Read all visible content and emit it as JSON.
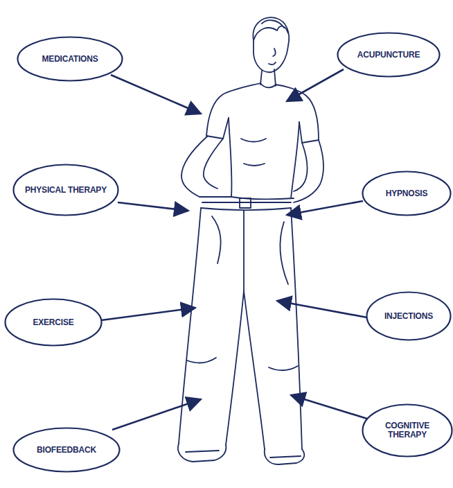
{
  "diagram": {
    "nodes": [
      {
        "text": [
          "MEDICATIONS"
        ]
      },
      {
        "text": [
          "ACUPUNCTURE"
        ]
      },
      {
        "text": [
          "PHYSICAL THERAPY"
        ]
      },
      {
        "text": [
          "HYPNOSIS"
        ]
      },
      {
        "text": [
          "EXERCISE"
        ]
      },
      {
        "text": [
          "INJECTIONS"
        ]
      },
      {
        "text": [
          "BIOFEEDBACK"
        ]
      },
      {
        "text": [
          "COGNITIVE THERAPY"
        ]
      }
    ]
  }
}
